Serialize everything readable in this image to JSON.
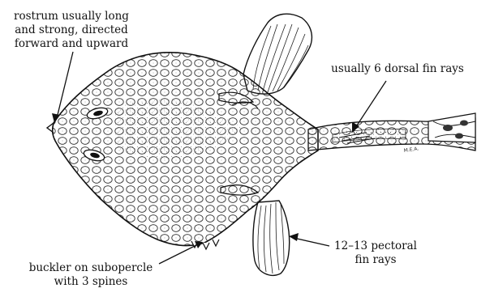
{
  "labels": {
    "rostrum": {
      "line1": "rostrum usually long",
      "line2": "and strong, directed",
      "line3": "forward and upward"
    },
    "dorsal": {
      "line1": "usually 6 dorsal fin rays"
    },
    "pectoral": {
      "line1": "12–13 pectoral",
      "line2": "fin rays"
    },
    "buckler": {
      "line1": "buckler on subopercle",
      "line2": "with 3 spines"
    }
  },
  "artist_signature": "M.E.A."
}
